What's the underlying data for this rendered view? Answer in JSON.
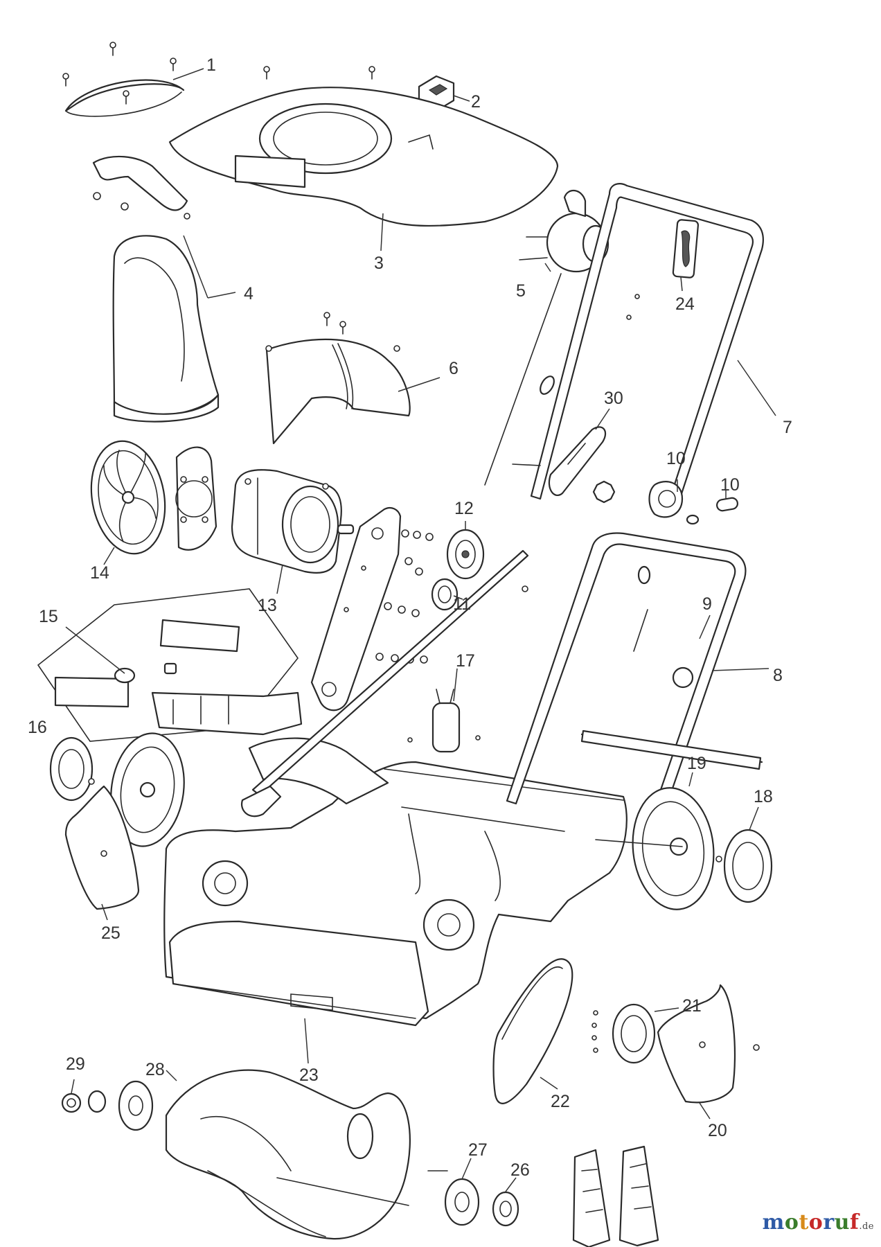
{
  "callouts": [
    "1",
    "2",
    "3",
    "4",
    "5",
    "6",
    "7",
    "8",
    "9",
    "10",
    "10",
    "11",
    "12",
    "13",
    "14",
    "15",
    "16",
    "17",
    "18",
    "19",
    "20",
    "21",
    "22",
    "23",
    "24",
    "25",
    "26",
    "27",
    "28",
    "29",
    "30"
  ],
  "brand": {
    "letters": [
      {
        "ch": "m",
        "color": "#2e5aa6"
      },
      {
        "ch": "o",
        "color": "#3a7d2c"
      },
      {
        "ch": "t",
        "color": "#d88a1a"
      },
      {
        "ch": "o",
        "color": "#c62828"
      },
      {
        "ch": "r",
        "color": "#2e5aa6"
      },
      {
        "ch": "u",
        "color": "#3a7d2c"
      },
      {
        "ch": "f",
        "color": "#c62828"
      }
    ],
    "suffix": ".de"
  }
}
